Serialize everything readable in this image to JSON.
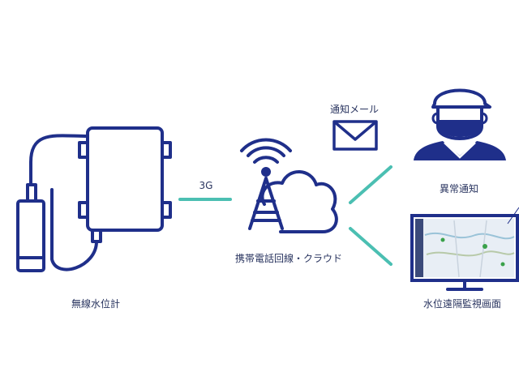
{
  "labels": {
    "sensor": "無線水位計",
    "link": "3G",
    "network": "携帯電話回線・クラウド",
    "mail": "通知メール",
    "person": "異常通知",
    "monitor": "水位遠隔監視画面"
  },
  "colors": {
    "icon": "#1f2f8a",
    "connector": "#4bbfb2",
    "map_bg": "#e8eef5"
  }
}
